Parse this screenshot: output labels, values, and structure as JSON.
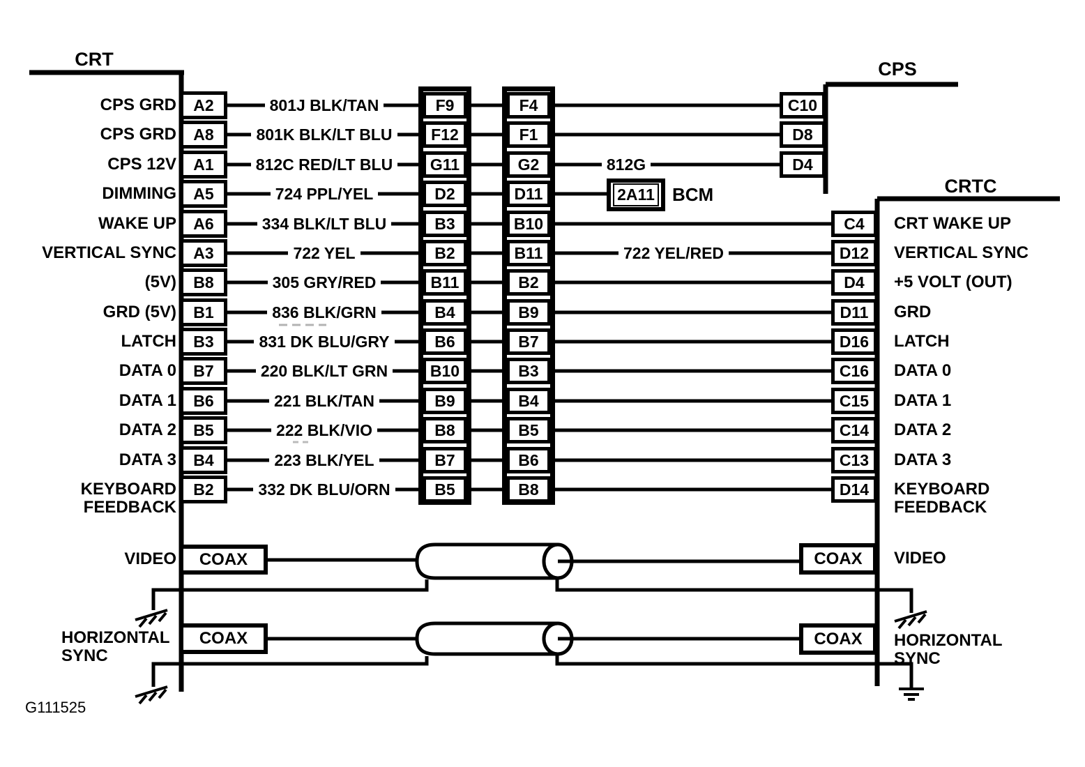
{
  "diagram_id": "G111525",
  "connectors": {
    "crt": {
      "title": "CRT"
    },
    "cps": {
      "title": "CPS"
    },
    "crtc": {
      "title": "CRTC"
    },
    "bcm": {
      "pin_label": "2A11",
      "name": "BCM"
    }
  },
  "rows": [
    {
      "left_label": "CPS GRD",
      "left_pin": "A2",
      "wire": "801J BLK/TAN",
      "mid_left": "F9",
      "mid_right": "F4",
      "dest": "cps",
      "dest_pin": "C10"
    },
    {
      "left_label": "CPS GRD",
      "left_pin": "A8",
      "wire": "801K BLK/LT BLU",
      "mid_left": "F12",
      "mid_right": "F1",
      "dest": "cps",
      "dest_pin": "D8"
    },
    {
      "left_label": "CPS 12V",
      "left_pin": "A1",
      "wire": "812C RED/LT BLU",
      "mid_left": "G11",
      "mid_right": "G2",
      "dest": "cps",
      "dest_pin": "D4",
      "right_wire": "812G"
    },
    {
      "left_label": "DIMMING",
      "left_pin": "A5",
      "wire": "724 PPL/YEL",
      "mid_left": "D2",
      "mid_right": "D11",
      "dest": "bcm"
    },
    {
      "left_label": "WAKE UP",
      "left_pin": "A6",
      "wire": "334 BLK/LT BLU",
      "mid_left": "B3",
      "mid_right": "B10",
      "dest": "crtc",
      "dest_pin": "C4",
      "dest_label": "CRT WAKE UP"
    },
    {
      "left_label": "VERTICAL SYNC",
      "left_pin": "A3",
      "wire": "722 YEL",
      "mid_left": "B2",
      "mid_right": "B11",
      "dest": "crtc",
      "dest_pin": "D12",
      "dest_label": "VERTICAL SYNC",
      "right_wire": "722 YEL/RED"
    },
    {
      "left_label": "(5V)",
      "left_pin": "B8",
      "wire": "305 GRY/RED",
      "mid_left": "B11",
      "mid_right": "B2",
      "dest": "crtc",
      "dest_pin": "D4",
      "dest_label": "+5 VOLT (OUT)"
    },
    {
      "left_label": "GRD (5V)",
      "left_pin": "B1",
      "wire": "836 BLK/GRN",
      "mid_left": "B4",
      "mid_right": "B9",
      "dest": "crtc",
      "dest_pin": "D11",
      "dest_label": "GRD"
    },
    {
      "left_label": "LATCH",
      "left_pin": "B3",
      "wire": "831 DK BLU/GRY",
      "mid_left": "B6",
      "mid_right": "B7",
      "dest": "crtc",
      "dest_pin": "D16",
      "dest_label": "LATCH"
    },
    {
      "left_label": "DATA 0",
      "left_pin": "B7",
      "wire": "220 BLK/LT GRN",
      "mid_left": "B10",
      "mid_right": "B3",
      "dest": "crtc",
      "dest_pin": "C16",
      "dest_label": "DATA 0"
    },
    {
      "left_label": "DATA 1",
      "left_pin": "B6",
      "wire": "221 BLK/TAN",
      "mid_left": "B9",
      "mid_right": "B4",
      "dest": "crtc",
      "dest_pin": "C15",
      "dest_label": "DATA 1"
    },
    {
      "left_label": "DATA 2",
      "left_pin": "B5",
      "wire": "222 BLK/VIO",
      "mid_left": "B8",
      "mid_right": "B5",
      "dest": "crtc",
      "dest_pin": "C14",
      "dest_label": "DATA 2"
    },
    {
      "left_label": "DATA 3",
      "left_pin": "B4",
      "wire": "223 BLK/YEL",
      "mid_left": "B7",
      "mid_right": "B6",
      "dest": "crtc",
      "dest_pin": "C13",
      "dest_label": "DATA 3"
    },
    {
      "left_label": "KEYBOARD\nFEEDBACK",
      "left_pin": "B2",
      "wire": "332 DK BLU/ORN",
      "mid_left": "B5",
      "mid_right": "B8",
      "dest": "crtc",
      "dest_pin": "D14",
      "dest_label": "KEYBOARD\nFEEDBACK"
    }
  ],
  "coax": {
    "video": {
      "left_signal": "VIDEO",
      "left_connector": "COAX",
      "right_connector": "COAX",
      "right_signal": "VIDEO"
    },
    "horizontal_sync": {
      "left_signal": "HORIZONTAL\nSYNC",
      "left_connector": "COAX",
      "right_connector": "COAX",
      "right_signal": "HORIZONTAL\nSYNC"
    }
  }
}
